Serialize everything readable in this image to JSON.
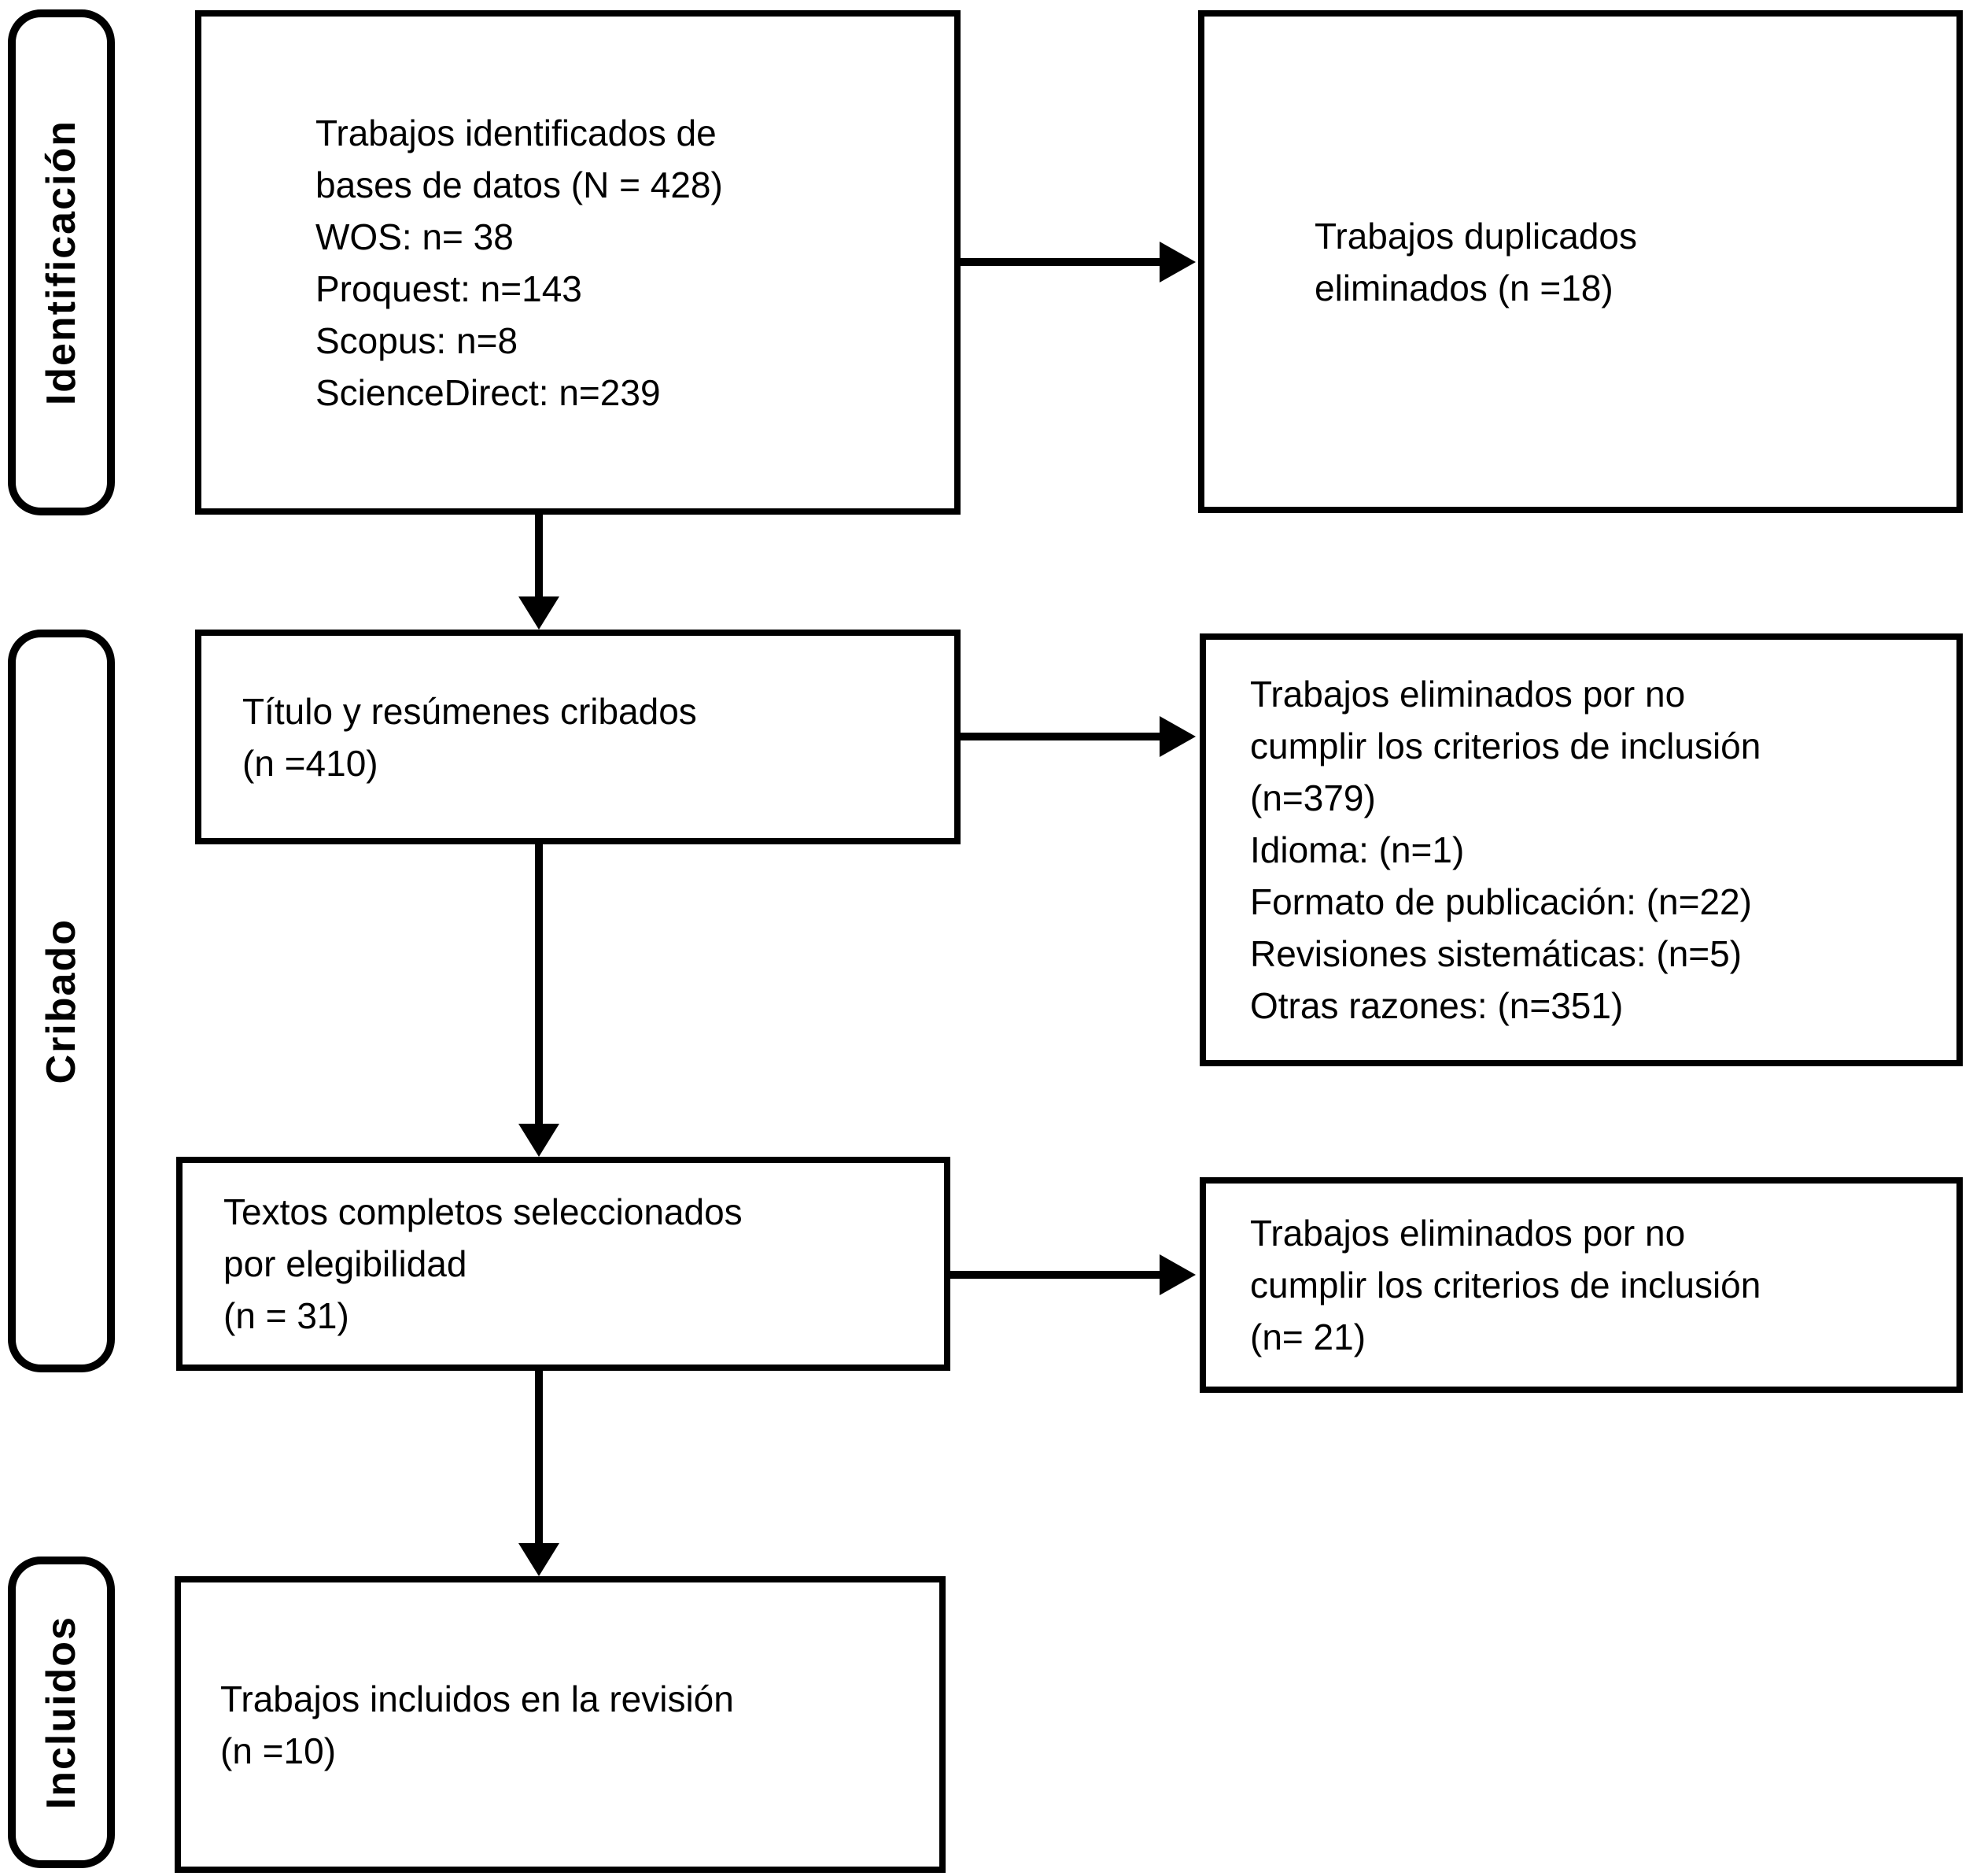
{
  "page": {
    "background": "#ffffff",
    "line_color": "#000000",
    "text_color": "#000000"
  },
  "stages": {
    "identification": "Identificación",
    "screening": "Cribado",
    "included": "Incluidos"
  },
  "boxes": {
    "identified": {
      "line1": "Trabajos identificados de",
      "line2": "bases de datos (N = 428)",
      "line3": "WOS: n= 38",
      "line4": "Proquest: n=143",
      "line5": "Scopus: n=8",
      "line6": "ScienceDirect: n=239"
    },
    "duplicates_removed": {
      "line1": "Trabajos duplicados",
      "line2": "eliminados (n =18)"
    },
    "title_abstract_screened": {
      "line1": "Título y resúmenes cribados",
      "line2": "(n =410)"
    },
    "excluded_screening": {
      "line1": "Trabajos eliminados por no",
      "line2": "cumplir los criterios de inclusión",
      "line3": "(n=379)",
      "line4": "Idioma: (n=1)",
      "line5": "Formato de publicación: (n=22)",
      "line6": "Revisiones sistemáticas: (n=5)",
      "line7": "Otras razones: (n=351)"
    },
    "full_text_selected": {
      "line1": "Textos completos seleccionados",
      "line2": "por elegibilidad",
      "line3": "(n = 31)"
    },
    "excluded_full_text": {
      "line1": "Trabajos eliminados por no",
      "line2": "cumplir los criterios de inclusión",
      "line3": "(n= 21)"
    },
    "included_review": {
      "line1": "Trabajos incluidos en la revisión",
      "line2": "(n =10)"
    }
  }
}
